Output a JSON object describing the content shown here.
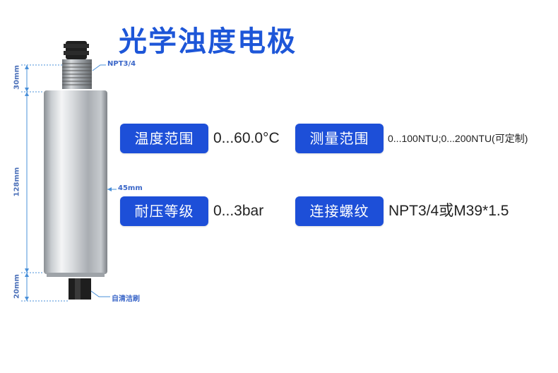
{
  "title": "光学浊度电极",
  "dimensions": {
    "top": "30mm",
    "body": "128mm",
    "bottom": "20mm",
    "diameter": "45mm",
    "thread": "NPT3/4",
    "brush": "自清洁刷"
  },
  "specs": [
    {
      "label": "温度范围",
      "value": "0...60.0°C"
    },
    {
      "label": "测量范围",
      "value": "0...100NTU;0...200NTU(可定制)"
    },
    {
      "label": "耐压等级",
      "value": "0...3bar"
    },
    {
      "label": "连接螺纹",
      "value": "NPT3/4或M39*1.5"
    }
  ],
  "colors": {
    "title": "#1d56d8",
    "badge": "#1d4fd8",
    "dimension_line": "#4a90d9"
  }
}
